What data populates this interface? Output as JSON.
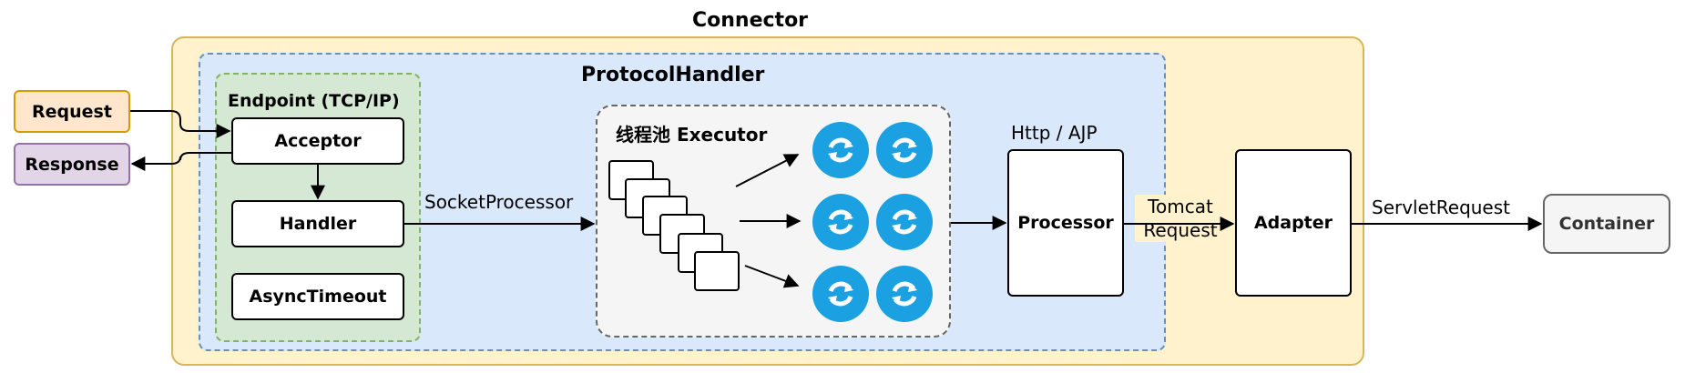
{
  "connector": {
    "title": "Connector"
  },
  "protocol_handler": {
    "title": "ProtocolHandler"
  },
  "endpoint": {
    "title": "Endpoint (TCP/IP)",
    "acceptor": "Acceptor",
    "handler": "Handler",
    "async_timeout": "AsyncTimeout"
  },
  "request": "Request",
  "response": "Response",
  "socket_processor_label": "SocketProcessor",
  "executor": {
    "title": "线程池 Executor",
    "thread_icon": "refresh-icon"
  },
  "http_ajp_label": "Http / AJP",
  "processor": "Processor",
  "tomcat_request_label": [
    "Tomcat",
    "Request"
  ],
  "adapter": "Adapter",
  "servlet_request_label": "ServletRequest",
  "container": "Container",
  "colors": {
    "connector_fill": "#fff2cc",
    "connector_stroke": "#d6b656",
    "protocol_fill": "#dae8fc",
    "protocol_stroke": "#6c8ebf",
    "endpoint_fill": "#d5e8d4",
    "endpoint_stroke": "#82b366",
    "request_fill": "#ffe6cc",
    "request_stroke": "#d79b00",
    "response_fill": "#e1d5e7",
    "response_stroke": "#9673a6",
    "container_fill": "#f5f5f5",
    "thread_icon": "#1ba1e2"
  }
}
